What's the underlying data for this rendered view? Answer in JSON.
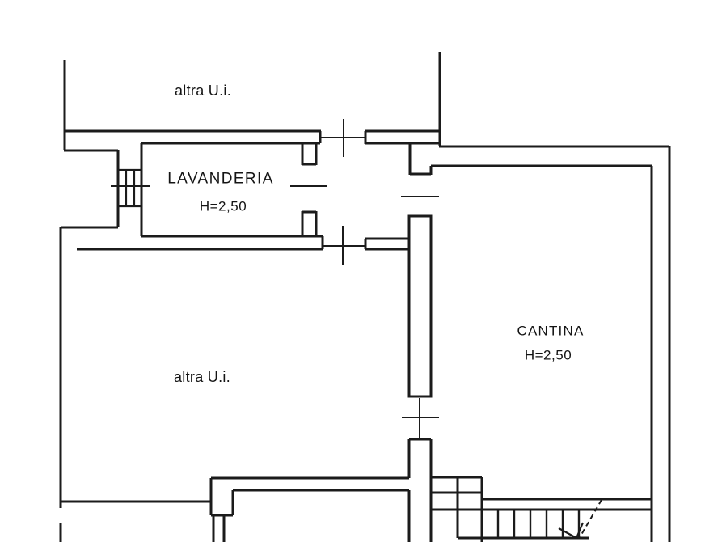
{
  "rooms": {
    "altra_ui_top": {
      "label": "altra U.i."
    },
    "lavanderia": {
      "label": "LAVANDERIA",
      "height": "H=2,50"
    },
    "cantina": {
      "label": "CANTINA",
      "height": "H=2,50"
    },
    "altra_ui_left": {
      "label": "altra U.i."
    }
  },
  "colors": {
    "line": "#1b1b1b",
    "background": "#ffffff",
    "text": "#141414"
  }
}
